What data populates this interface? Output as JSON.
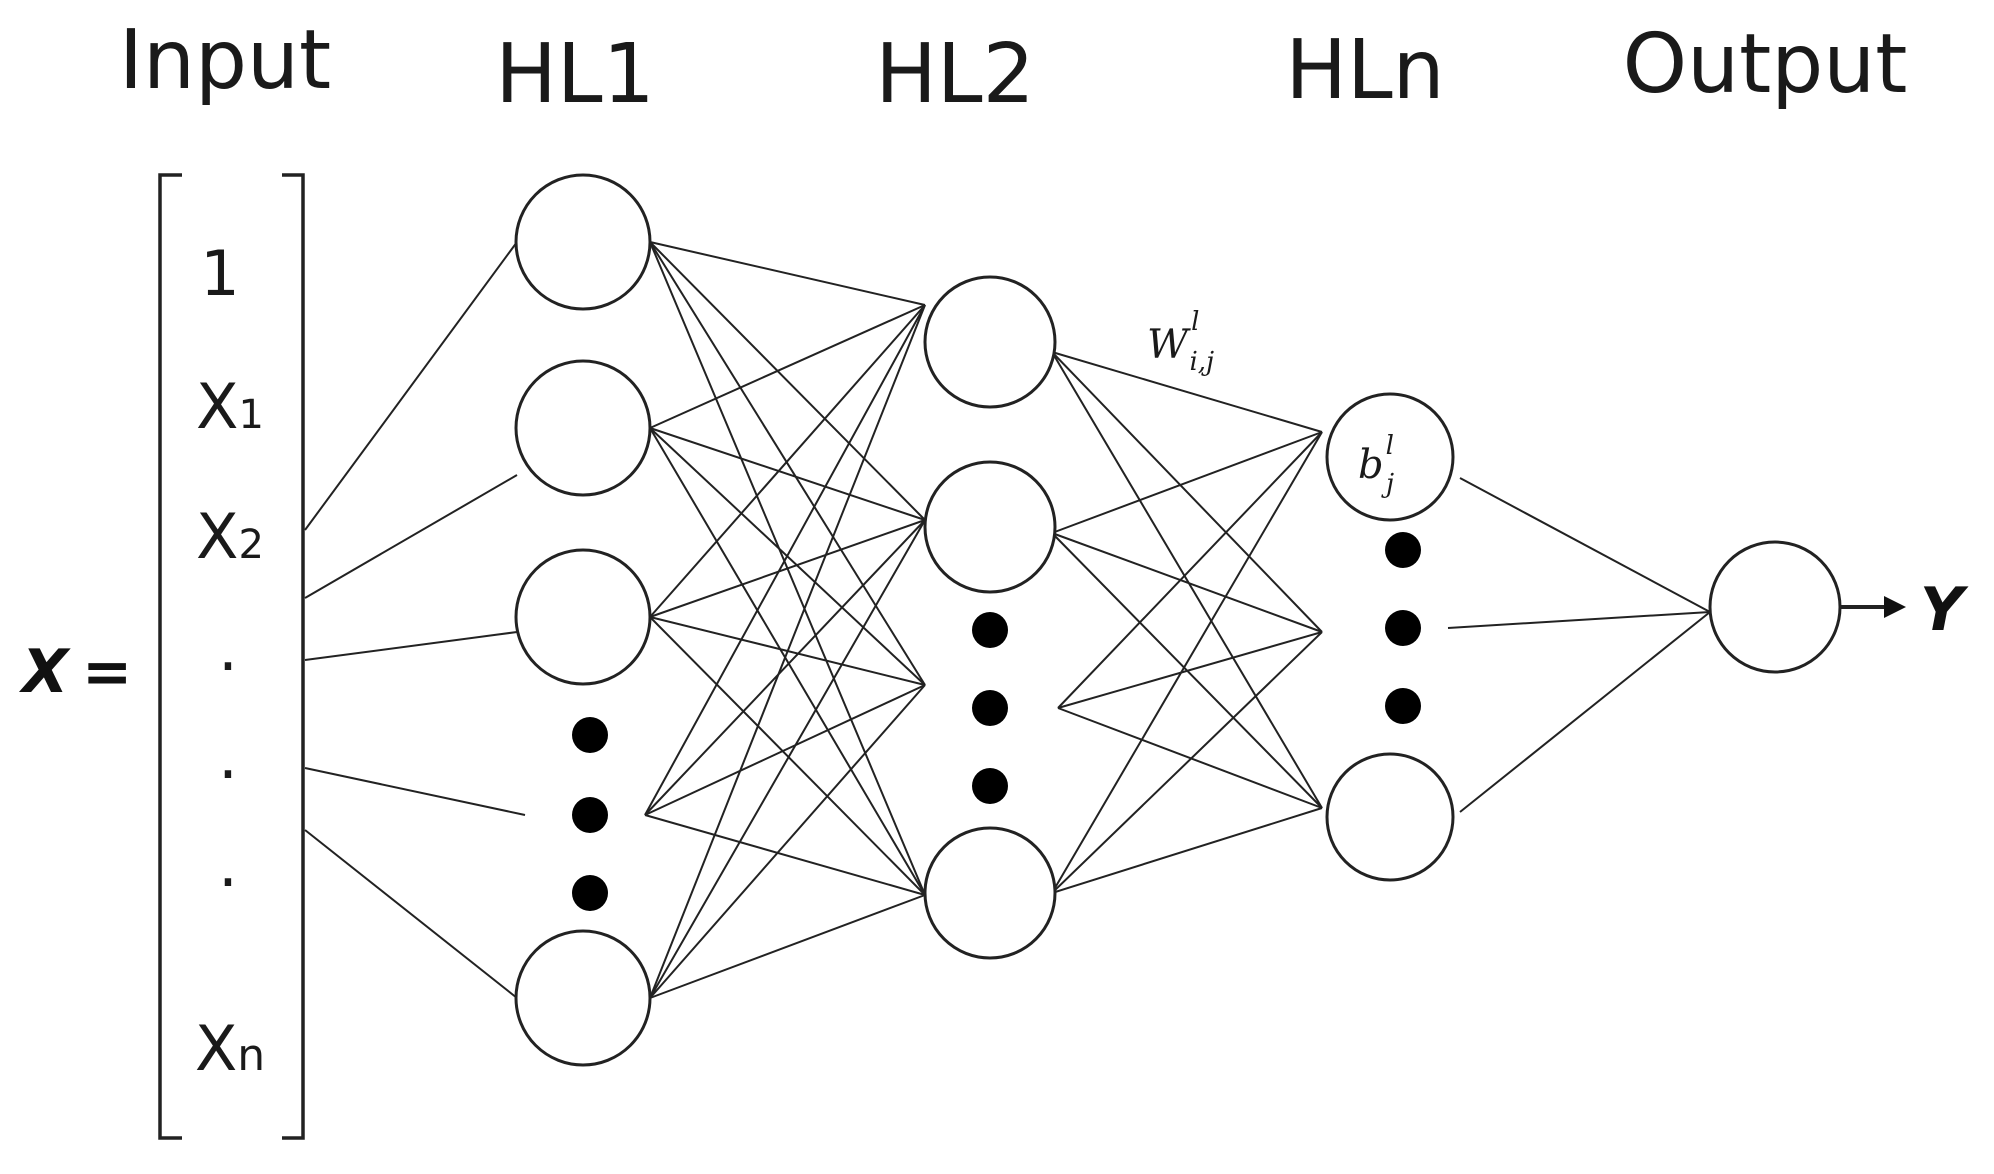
{
  "layers": [
    {
      "id": "input",
      "title": "Input"
    },
    {
      "id": "hl1",
      "title": "HL1"
    },
    {
      "id": "hl2",
      "title": "HL2"
    },
    {
      "id": "hln",
      "title": "HLn"
    },
    {
      "id": "output",
      "title": "Output"
    }
  ],
  "input_vector": {
    "lhs_symbol": "X",
    "equals": "=",
    "entries": [
      {
        "base": "1",
        "sub": ""
      },
      {
        "base": "X",
        "sub": "1"
      },
      {
        "base": "X",
        "sub": "2"
      },
      {
        "base": "·",
        "sub": ""
      },
      {
        "base": "·",
        "sub": ""
      },
      {
        "base": "·",
        "sub": ""
      },
      {
        "base": "X",
        "sub": "n"
      }
    ]
  },
  "weight_label": {
    "base": "W",
    "sup": "l",
    "sub": "i,j"
  },
  "bias_label": {
    "base": "b",
    "sup": "l",
    "sub": "j"
  },
  "output_symbol": "Y"
}
